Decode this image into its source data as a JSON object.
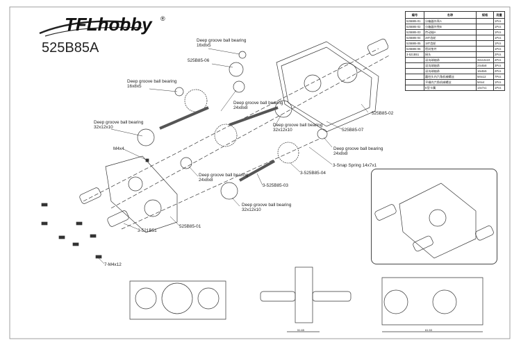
{
  "brand": {
    "logo_text": "TFLhobby",
    "registered_mark": "®"
  },
  "model_number": "525B85A",
  "bom": {
    "headers": [
      "编号",
      "名称",
      "规格",
      "用量"
    ],
    "rows": [
      [
        "525B85-01",
        "分箱器外壳A",
        "",
        "1Pcs"
      ],
      [
        "525B85-02",
        "分箱器外壳B",
        "",
        "1Pcs"
      ],
      [
        "525B85-03",
        "传动轴A",
        "",
        "1Pcs"
      ],
      [
        "525B85-04",
        "28T齿轮",
        "",
        "1Pcs"
      ],
      [
        "525B85-05",
        "18T齿轮",
        "",
        "1Pcs"
      ],
      [
        "525B85-06",
        "密封垫片",
        "",
        "1Pcs"
      ],
      [
        "3-521B51",
        "接头",
        "",
        "2Pcs"
      ],
      [
        "",
        "深沟球轴承",
        "32x12x10",
        "4Pcs"
      ],
      [
        "",
        "深沟球轴承",
        "24x8x8",
        "3Pcs"
      ],
      [
        "",
        "深沟球轴承",
        "16x8x5",
        "2Pcs"
      ],
      [
        "",
        "圆柱头内六角机械螺丝",
        "M4x12",
        "7Pcs"
      ],
      [
        "",
        "平端内六角机械螺丝",
        "M4x4",
        "1Pcs"
      ],
      [
        "",
        "E型卡簧",
        "14x7x1",
        "1Pcs"
      ]
    ]
  },
  "callouts": [
    {
      "id": "bearing-16x8x5-top",
      "lines": [
        "Deep groove ball bearing",
        "16x8x5"
      ]
    },
    {
      "id": "part-06",
      "lines": [
        "525B85-06"
      ]
    },
    {
      "id": "bearing-16x8x5-left",
      "lines": [
        "Deep groove ball bearing",
        "16x8x5"
      ]
    },
    {
      "id": "bearing-24x8x8-top",
      "lines": [
        "Deep groove ball bearing",
        "24x8x8"
      ]
    },
    {
      "id": "bearing-32x12x10-left",
      "lines": [
        "Deep groove ball bearing",
        "32x12x10"
      ]
    },
    {
      "id": "bearing-32x12x10-mid",
      "lines": [
        "Deep groove ball bearing",
        "32x12x10"
      ]
    },
    {
      "id": "part-02",
      "lines": [
        "525B85-02"
      ]
    },
    {
      "id": "part-07",
      "lines": [
        "525B85-07"
      ]
    },
    {
      "id": "m4x4",
      "lines": [
        "M4x4"
      ]
    },
    {
      "id": "bearing-24x8x8-right",
      "lines": [
        "Deep groove ball bearing",
        "24x8x8"
      ]
    },
    {
      "id": "snap-spring",
      "lines": [
        "3-Snap Spring 14x7x1"
      ]
    },
    {
      "id": "part-04",
      "lines": [
        "3-525B85-04"
      ]
    },
    {
      "id": "bearing-24x8x8-low",
      "lines": [
        "Deep groove ball bearing",
        "24x8x8"
      ]
    },
    {
      "id": "part-03",
      "lines": [
        "3-525B85-03"
      ]
    },
    {
      "id": "bearing-32x12x10-low",
      "lines": [
        "Deep groove ball bearing",
        "32x12x10"
      ]
    },
    {
      "id": "part-01",
      "lines": [
        "525B85-01"
      ]
    },
    {
      "id": "part-521b51",
      "lines": [
        "3-521B51"
      ]
    },
    {
      "id": "screw-m4x12",
      "lines": [
        "7-M4x12"
      ]
    }
  ],
  "dimensions": {
    "bottom_mid": "51.65",
    "bottom_right": "61.53"
  }
}
